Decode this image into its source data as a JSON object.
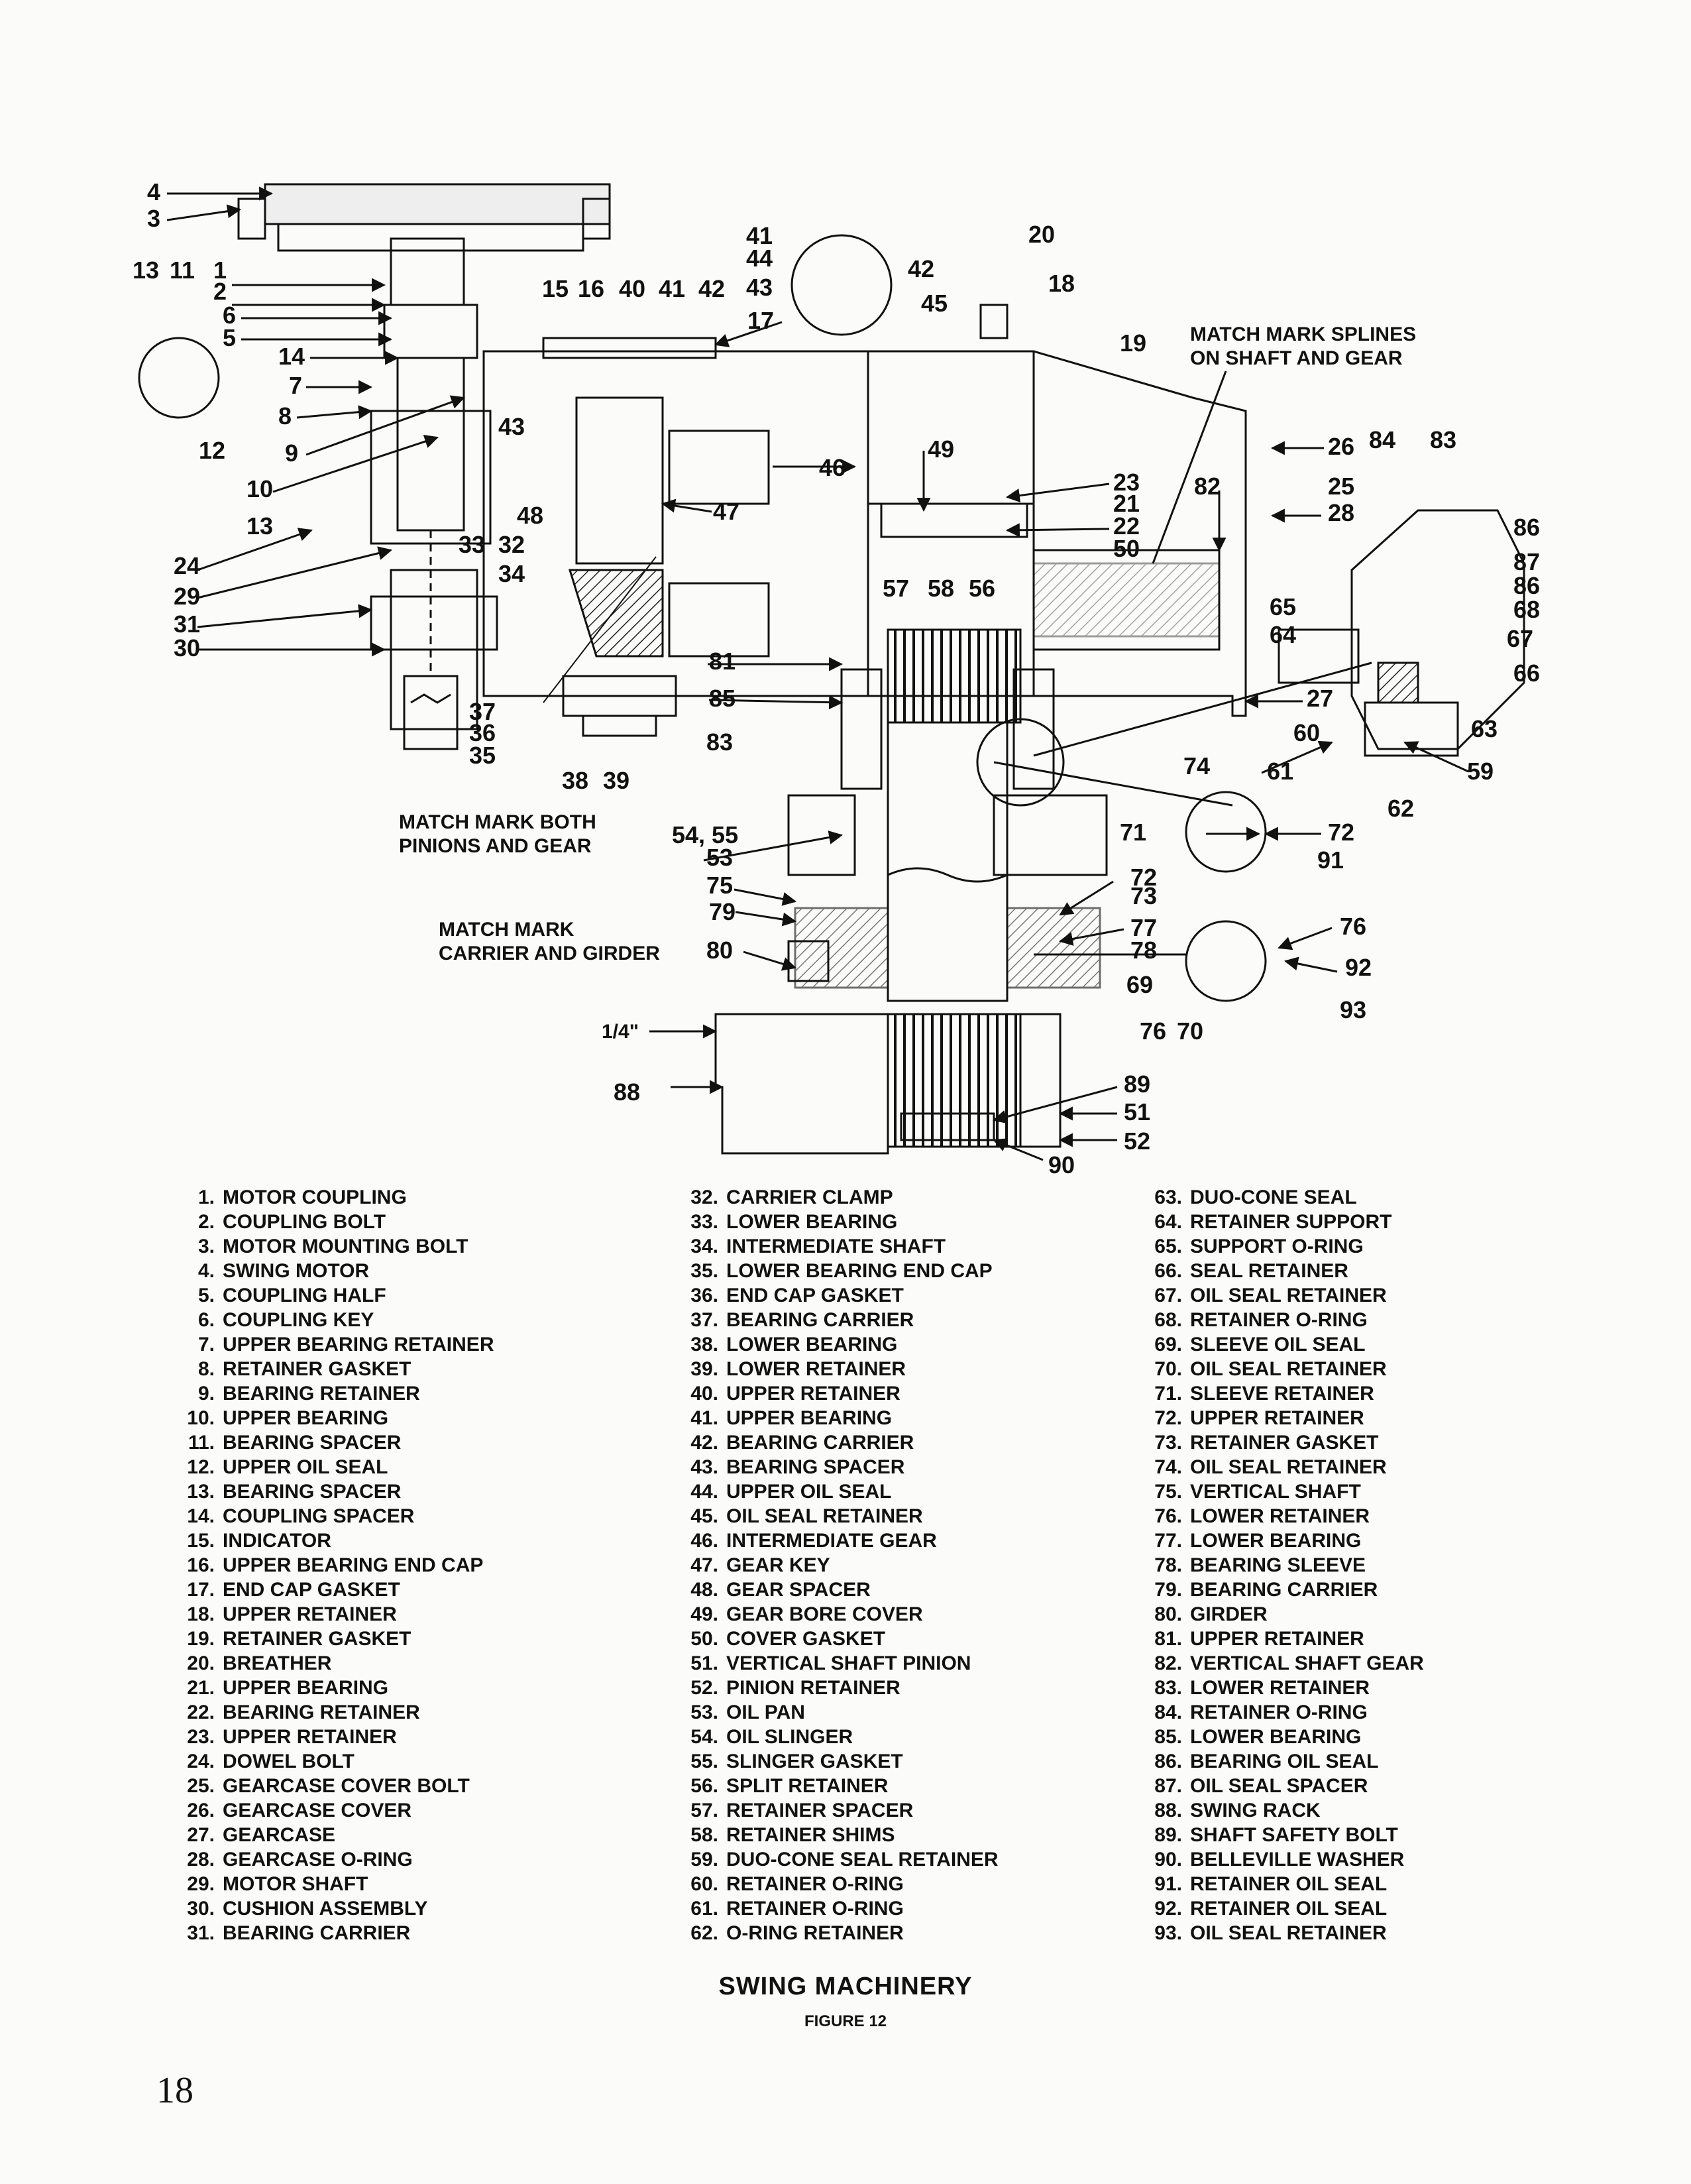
{
  "figure": {
    "title": "SWING MACHINERY",
    "subtitle": "FIGURE 12",
    "page_number": "18"
  },
  "notes": {
    "splines": [
      "MATCH MARK SPLINES",
      "ON SHAFT AND GEAR"
    ],
    "pinions": [
      "MATCH MARK BOTH",
      "PINIONS AND GEAR"
    ],
    "carrier": [
      "MATCH MARK",
      "CARRIER AND GIRDER"
    ],
    "quarter_inch": "1/4\""
  },
  "callouts": [
    "4",
    "3",
    "13",
    "11",
    "1",
    "2",
    "6",
    "5",
    "14",
    "7",
    "8",
    "9",
    "10",
    "12",
    "13",
    "24",
    "29",
    "31",
    "30",
    "15",
    "16",
    "40",
    "41",
    "42",
    "17",
    "43",
    "48",
    "33",
    "32",
    "34",
    "37",
    "36",
    "35",
    "38",
    "39",
    "41",
    "44",
    "43",
    "42",
    "45",
    "20",
    "18",
    "19",
    "46",
    "49",
    "47",
    "23",
    "21",
    "22",
    "50",
    "26",
    "84",
    "83",
    "25",
    "28",
    "82",
    "86",
    "87",
    "86",
    "68",
    "67",
    "66",
    "65",
    "64",
    "57",
    "58",
    "56",
    "81",
    "85",
    "83",
    "27",
    "63",
    "60",
    "61",
    "59",
    "62",
    "74",
    "72",
    "91",
    "71",
    "54, 55",
    "53",
    "75",
    "72",
    "73",
    "77",
    "79",
    "80",
    "78",
    "69",
    "70",
    "76",
    "76",
    "92",
    "93",
    "88",
    "89",
    "51",
    "52",
    "90"
  ],
  "parts": [
    {
      "num": "1.",
      "name": "MOTOR COUPLING"
    },
    {
      "num": "2.",
      "name": "COUPLING BOLT"
    },
    {
      "num": "3.",
      "name": "MOTOR MOUNTING BOLT"
    },
    {
      "num": "4.",
      "name": "SWING MOTOR"
    },
    {
      "num": "5.",
      "name": "COUPLING HALF"
    },
    {
      "num": "6.",
      "name": "COUPLING KEY"
    },
    {
      "num": "7.",
      "name": "UPPER BEARING RETAINER"
    },
    {
      "num": "8.",
      "name": "RETAINER GASKET"
    },
    {
      "num": "9.",
      "name": "BEARING RETAINER"
    },
    {
      "num": "10.",
      "name": "UPPER BEARING"
    },
    {
      "num": "11.",
      "name": "BEARING SPACER"
    },
    {
      "num": "12.",
      "name": "UPPER OIL SEAL"
    },
    {
      "num": "13.",
      "name": "BEARING SPACER"
    },
    {
      "num": "14.",
      "name": "COUPLING SPACER"
    },
    {
      "num": "15.",
      "name": "INDICATOR"
    },
    {
      "num": "16.",
      "name": "UPPER BEARING END CAP"
    },
    {
      "num": "17.",
      "name": "END CAP GASKET"
    },
    {
      "num": "18.",
      "name": "UPPER RETAINER"
    },
    {
      "num": "19.",
      "name": "RETAINER GASKET"
    },
    {
      "num": "20.",
      "name": "BREATHER"
    },
    {
      "num": "21.",
      "name": "UPPER BEARING"
    },
    {
      "num": "22.",
      "name": "BEARING RETAINER"
    },
    {
      "num": "23.",
      "name": "UPPER RETAINER"
    },
    {
      "num": "24.",
      "name": "DOWEL BOLT"
    },
    {
      "num": "25.",
      "name": "GEARCASE COVER BOLT"
    },
    {
      "num": "26.",
      "name": "GEARCASE COVER"
    },
    {
      "num": "27.",
      "name": "GEARCASE"
    },
    {
      "num": "28.",
      "name": "GEARCASE O-RING"
    },
    {
      "num": "29.",
      "name": "MOTOR SHAFT"
    },
    {
      "num": "30.",
      "name": "CUSHION ASSEMBLY"
    },
    {
      "num": "31.",
      "name": "BEARING CARRIER"
    },
    {
      "num": "32.",
      "name": "CARRIER CLAMP"
    },
    {
      "num": "33.",
      "name": "LOWER BEARING"
    },
    {
      "num": "34.",
      "name": "INTERMEDIATE SHAFT"
    },
    {
      "num": "35.",
      "name": "LOWER BEARING END CAP"
    },
    {
      "num": "36.",
      "name": "END CAP GASKET"
    },
    {
      "num": "37.",
      "name": "BEARING CARRIER"
    },
    {
      "num": "38.",
      "name": "LOWER BEARING"
    },
    {
      "num": "39.",
      "name": "LOWER RETAINER"
    },
    {
      "num": "40.",
      "name": "UPPER RETAINER"
    },
    {
      "num": "41.",
      "name": "UPPER BEARING"
    },
    {
      "num": "42.",
      "name": "BEARING CARRIER"
    },
    {
      "num": "43.",
      "name": "BEARING SPACER"
    },
    {
      "num": "44.",
      "name": "UPPER OIL SEAL"
    },
    {
      "num": "45.",
      "name": "OIL SEAL RETAINER"
    },
    {
      "num": "46.",
      "name": "INTERMEDIATE GEAR"
    },
    {
      "num": "47.",
      "name": "GEAR KEY"
    },
    {
      "num": "48.",
      "name": "GEAR SPACER"
    },
    {
      "num": "49.",
      "name": "GEAR BORE COVER"
    },
    {
      "num": "50.",
      "name": "COVER GASKET"
    },
    {
      "num": "51.",
      "name": "VERTICAL SHAFT PINION"
    },
    {
      "num": "52.",
      "name": "PINION RETAINER"
    },
    {
      "num": "53.",
      "name": "OIL PAN"
    },
    {
      "num": "54.",
      "name": "OIL SLINGER"
    },
    {
      "num": "55.",
      "name": "SLINGER GASKET"
    },
    {
      "num": "56.",
      "name": "SPLIT RETAINER"
    },
    {
      "num": "57.",
      "name": "RETAINER SPACER"
    },
    {
      "num": "58.",
      "name": "RETAINER SHIMS"
    },
    {
      "num": "59.",
      "name": "DUO-CONE SEAL RETAINER"
    },
    {
      "num": "60.",
      "name": "RETAINER O-RING"
    },
    {
      "num": "61.",
      "name": "RETAINER O-RING"
    },
    {
      "num": "62.",
      "name": "O-RING RETAINER"
    },
    {
      "num": "63.",
      "name": "DUO-CONE SEAL"
    },
    {
      "num": "64.",
      "name": "RETAINER SUPPORT"
    },
    {
      "num": "65.",
      "name": "SUPPORT O-RING"
    },
    {
      "num": "66.",
      "name": "SEAL RETAINER"
    },
    {
      "num": "67.",
      "name": "OIL SEAL RETAINER"
    },
    {
      "num": "68.",
      "name": "RETAINER O-RING"
    },
    {
      "num": "69.",
      "name": "SLEEVE OIL SEAL"
    },
    {
      "num": "70.",
      "name": "OIL SEAL RETAINER"
    },
    {
      "num": "71.",
      "name": "SLEEVE RETAINER"
    },
    {
      "num": "72.",
      "name": "UPPER RETAINER"
    },
    {
      "num": "73.",
      "name": "RETAINER GASKET"
    },
    {
      "num": "74.",
      "name": "OIL SEAL RETAINER"
    },
    {
      "num": "75.",
      "name": "VERTICAL SHAFT"
    },
    {
      "num": "76.",
      "name": "LOWER RETAINER"
    },
    {
      "num": "77.",
      "name": "LOWER BEARING"
    },
    {
      "num": "78.",
      "name": "BEARING SLEEVE"
    },
    {
      "num": "79.",
      "name": "BEARING CARRIER"
    },
    {
      "num": "80.",
      "name": "GIRDER"
    },
    {
      "num": "81.",
      "name": "UPPER RETAINER"
    },
    {
      "num": "82.",
      "name": "VERTICAL SHAFT GEAR"
    },
    {
      "num": "83.",
      "name": "LOWER RETAINER"
    },
    {
      "num": "84.",
      "name": "RETAINER O-RING"
    },
    {
      "num": "85.",
      "name": "LOWER BEARING"
    },
    {
      "num": "86.",
      "name": "BEARING OIL SEAL"
    },
    {
      "num": "87.",
      "name": "OIL SEAL SPACER"
    },
    {
      "num": "88.",
      "name": "SWING RACK"
    },
    {
      "num": "89.",
      "name": "SHAFT SAFETY BOLT"
    },
    {
      "num": "90.",
      "name": "BELLEVILLE WASHER"
    },
    {
      "num": "91.",
      "name": "RETAINER OIL SEAL"
    },
    {
      "num": "92.",
      "name": "RETAINER OIL SEAL"
    },
    {
      "num": "93.",
      "name": "OIL SEAL RETAINER"
    }
  ]
}
